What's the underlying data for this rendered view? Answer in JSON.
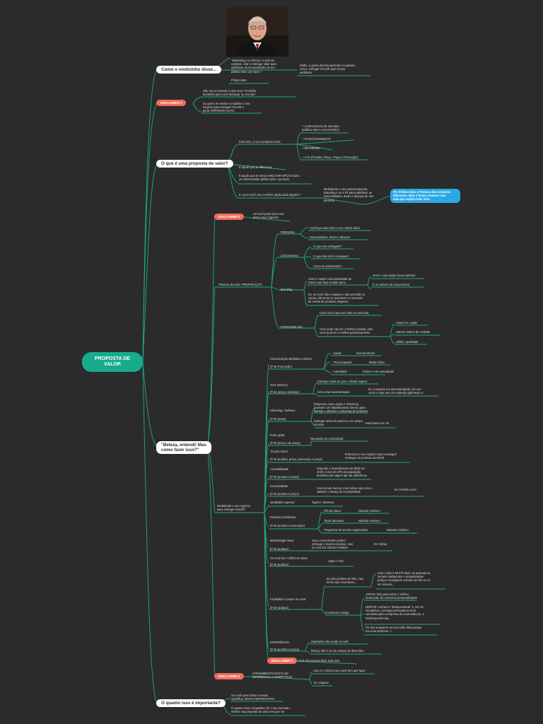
{
  "root": "PROPOSTA DE\nVALOR",
  "branches": {
    "vovo": "Como o vovôzinho disse...",
    "valor": "O que é uma proposta de valor?",
    "beleza": "\"Beleza, entendi! Mas\ncomo fazer isso?\"",
    "importante": "O quanto isso é importante?"
  },
  "tags": {
    "d1": "DISCLAIMER 1",
    "d2": "DISCLAIMER 2",
    "d3": "DISCLAIMER 3",
    "d4": "DISCLAIMER 4"
  },
  "quote": {
    "text": "\"Marketing é a ciência e a arte de\nexplorar, criar e entregar valor para\nsatisfazer as necessidades de um\npúblico-alvo com lucro.\"",
    "author": "Philip Kotler",
    "reply": "Então, a gente precisa aprender a explorar,\ncriar e entregar VALOR para nossa\naudiência"
  },
  "d1_texts": {
    "a": "Não vou te ensinar a criar uma \"Fresiinha\nbonitinha para você destacar no seu site\"",
    "b": "Eu quero te ensinar a modelar o seu\nnegócio para entregar VALOR e\ngerar DIFERENCIAÇÃO"
  },
  "valor": {
    "pra_mim": "Para mim, é um somatório entre:",
    "items": [
      "+ Conhecimento de mercado\n(público-alvo e concorrentes)",
      "+ POSICIONAMENTO",
      "+ BRANDING",
      "+ 4 Ps (Produto, Preço, Praça e Promoção)"
    ],
    "diferencial": "É aquilo que te diferencia",
    "melhor": "É aquilo que te torna a MELHOR OPÇÃO para\num determinado público-alvo / persona",
    "como": "E como você vira a melhor opção para alguém?",
    "modelando": "Modelando o seu posicionamento,\nBranding e os 4 Ps para satisfazer as\nNecessidades, dores e desejos do seu\npersona",
    "ps": "PS: Público-alvo e Persona são conceitos\ndiferentes. Mais à frente, teremos uma\naula que explica tudo isso."
  },
  "prep": {
    "d2_text": "Só você pode fazer isso\npara o seu negócio!",
    "title": "Primeiro de tudo: PREPARAÇÃO!",
    "persona": "PERSONA",
    "persona_items": [
      "Conheça muito bem o seu cliente ideal",
      "Necessidades, dores e desejos"
    ],
    "concorrentes": "Concorrentes",
    "conc_items": [
      "O que eles entregam?",
      "O que eles NÃO entregam?",
      "Como se posicionam?"
    ],
    "branding": "Branding",
    "brand_a": "Criar e manter uma identidade de\nmarca que faça sentido para...",
    "brand_a1": "Você e sua equipe (seus valores)",
    "brand_a2": "E os valores da sua persona",
    "brand_b": "Ex: se você não é vegano e não acredita na\ncausa, não tente se aventurar no mercado\nde venda de produtos veganos.",
    "posicionasei": "POSICIONE-SE!",
    "pos_a": "Como você quer ser visto no mercado.",
    "pos_b": "Você pode não ter o melhor produto, mas\nvocê pode ter o melhor posicionamento",
    "pos_items": [
      "Xiaomi vs. Apple",
      "Natura: beleza de verdade",
      "Zaffari: qualidade"
    ]
  },
  "modelando": {
    "title": "Modelando o seu negócio\npara entregar VALOR",
    "groups": [
      {
        "h": "Comunicação alinhada a valores",
        "sub": "(P de Promoção)"
      },
      {
        "h": "Over Delivery",
        "sub": "(P de preço e produto)"
      },
      {
        "h": "Unboxing / Delivery",
        "sub": "(P de praça)"
      },
      {
        "h": "Frete grátis",
        "sub": "(P de preço e de praça)"
      },
      {
        "h": "\"É para todos\"",
        "sub": "(P de produto, preço, promoção e praça)"
      },
      {
        "h": "Acessibilidade",
        "sub": "(P de produto e praça)"
      },
      {
        "h": "Exclusividade",
        "sub": "(P de produto e preço)"
      },
      {
        "h": "Qualidade superior",
        "sub": ""
      },
      {
        "h": "Resolver problemas",
        "sub": "(P de produto e promoção)"
      },
      {
        "h": "Metodologia única",
        "sub": "(P de produto)"
      },
      {
        "h": "Só você tem / Difícil de imitar",
        "sub": "(P de produto)"
      },
      {
        "h": "Facilidade e prazer em usar",
        "sub": "(P de produto)"
      },
      {
        "h": "EXPERIÊNCIA",
        "sub": "(P de produto e praça)"
      }
    ],
    "com": [
      "Causa",
      "Insecta Shoes",
      "\"Pura empatia\"",
      "Moka Clube",
      "Autoridade",
      "Ensine e vire autoridade"
    ],
    "over": [
      "Entregue mais do que o cliente espera",
      "Gere uma transformação",
      "Ex: a pessoa era desempregada, fez seu\ncurso e hoje tem um emprego ganhando X"
    ],
    "unbox": [
      "Empresas como Apple e Samsung\npossuem um departamento interno para\npláneje e otimizar o unboxing de produtos",
      "Entregar antes do prazo ou em tempo\nrecorde",
      "Americanas em 3h"
    ],
    "frete": "\"Sensação de economizar\"",
    "todos": "Estruturar o seu negócio para conseguir\nentregar um produto acessível",
    "acess": "Segundo o levantamento do IBGE de\n2019, cerca de 20% da população\nbrasileira tem algum tipo de deficiência",
    "excl": [
      "Você vende menos, mas cobra mais caro e\nsatisfaz o desejo de exclusividade",
      "Ex: Ferletti Loom"
    ],
    "qual": "Tigres e dinamos",
    "resolver": [
      "Fila de banco",
      "Nubank resolveu",
      "Taxas abusivas",
      "Nubank resolveu",
      "Programas de pontos engessados",
      "Nubank resolveu"
    ],
    "metod": [
      "Seus concorrentes podem\nentregar o mesmo produto, mas\nsó você faz DESSA FORMA",
      "Ex: Wizup"
    ],
    "so": "Apple e iOS",
    "facil": [
      "Eu não gostava do Wix, mas\ntenho que reconhecer...",
      "Usar o Wix é MUITO fácil, as pessoas se\nsentem inteligentes e empoderadas\nporque conseguem colocar um site no ar\nem minutos",
      "Aconteceu comigo",
      "ANTES: dias para achar o melhor\nfornecedor de cartuchos personalizados",
      "DEPOIS: conheci o \"Busquemante\" e, em 15\nminutinhos, consegui personalizar uma\ncamiseta para a empresa da Laura Marcon, a\nOutil Experiências",
      "Fiz isso enquanto me escondia dela porque\nera uma surpresa ☺"
    ],
    "exp": [
      "Starbucks não vende só café",
      "Disney não é só um parque de diversões"
    ],
    "d3_text": "Você não precisa fazer tudo isso"
  },
  "d4": {
    "h": "ATENDIMENTO NÃO É UM\nDIFERENCIAL COMPETITIVO",
    "a": "Isso é o mínimo que você tem que fazer",
    "b": "Ex: Zappos"
  },
  "importante": {
    "a": "Se você quer tornar a venda\nsupérflua, MUITO IMPORTANTE!",
    "b": "O quanto mais competitivo for o seu mercado,\nmelhor sua proposta de valor tem que ser"
  },
  "colors": {
    "background": "#2b2b2b",
    "root": "#17ab8c",
    "link": "#1fa889",
    "disclaimer": "#ef6c5e",
    "callout": "#2aa8e5"
  }
}
